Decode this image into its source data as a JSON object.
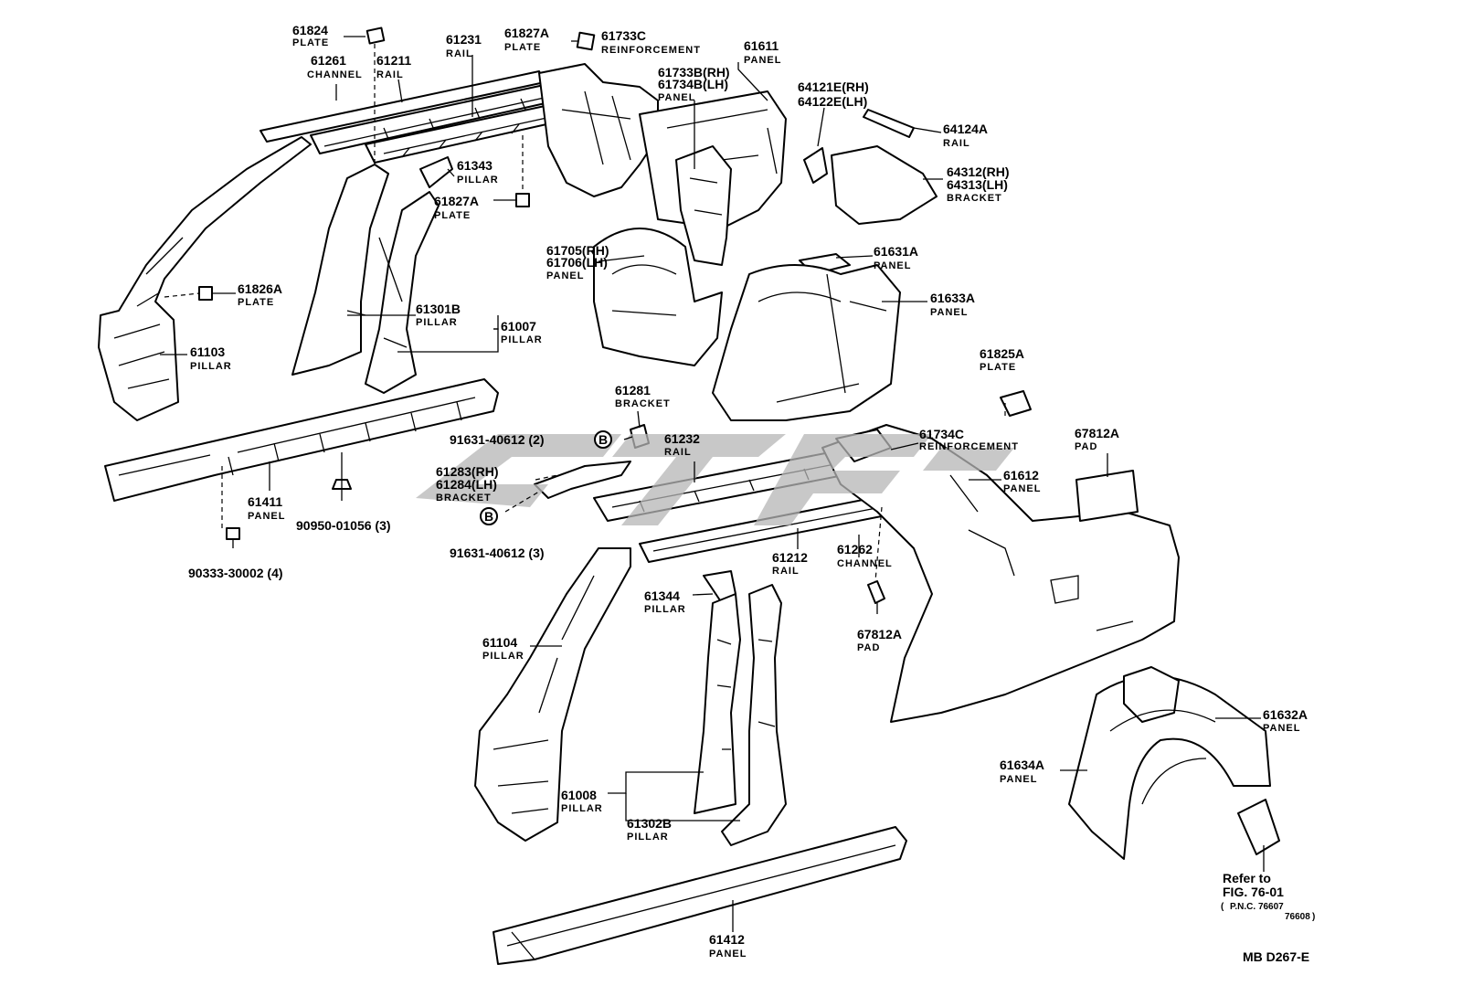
{
  "drawing_code": "MB D267-E",
  "refer_note": {
    "line1": "Refer to",
    "line2": "FIG. 76-01",
    "line3": "P.N.C. 76607",
    "line4": "76608"
  },
  "parts": [
    {
      "number": "61824",
      "name": "PLATE"
    },
    {
      "number": "61261",
      "name": "CHANNEL"
    },
    {
      "number": "61211",
      "name": "RAIL"
    },
    {
      "number": "61231",
      "name": "RAIL"
    },
    {
      "number": "61827A",
      "name": "PLATE"
    },
    {
      "number": "61733C",
      "name": "REINFORCEMENT"
    },
    {
      "number": "61611",
      "name": "PANEL"
    },
    {
      "number": "61733B(RH)",
      "number2": "61734B(LH)",
      "name": "PANEL"
    },
    {
      "number": "64121E(RH)",
      "number2": "64122E(LH)",
      "name": ""
    },
    {
      "number": "64124A",
      "name": "RAIL"
    },
    {
      "number": "64312(RH)",
      "number2": "64313(LH)",
      "name": "BRACKET"
    },
    {
      "number": "61343",
      "name": "PILLAR"
    },
    {
      "number": "61827A",
      "name": "PLATE"
    },
    {
      "number": "61705(RH)",
      "number2": "61706(LH)",
      "name": "PANEL"
    },
    {
      "number": "61631A",
      "name": "PANEL"
    },
    {
      "number": "61633A",
      "name": "PANEL"
    },
    {
      "number": "61826A",
      "name": "PLATE"
    },
    {
      "number": "61301B",
      "name": "PILLAR"
    },
    {
      "number": "61007",
      "name": "PILLAR"
    },
    {
      "number": "61103",
      "name": "PILLAR"
    },
    {
      "number": "61825A",
      "name": "PLATE"
    },
    {
      "number": "61281",
      "name": "BRACKET"
    },
    {
      "number": "91631-40612 (2)",
      "name": ""
    },
    {
      "number": "61232",
      "name": "RAIL"
    },
    {
      "number": "61734C",
      "name": "REINFORCEMENT"
    },
    {
      "number": "67812A",
      "name": "PAD"
    },
    {
      "number": "61283(RH)",
      "number2": "61284(LH)",
      "name": "BRACKET"
    },
    {
      "number": "61612",
      "name": "PANEL"
    },
    {
      "number": "61411",
      "name": "PANEL"
    },
    {
      "number": "90950-01056 (3)",
      "name": ""
    },
    {
      "number": "91631-40612 (3)",
      "name": ""
    },
    {
      "number": "90333-30002 (4)",
      "name": ""
    },
    {
      "number": "61212",
      "name": "RAIL"
    },
    {
      "number": "61262",
      "name": "CHANNEL"
    },
    {
      "number": "61344",
      "name": "PILLAR"
    },
    {
      "number": "67812A",
      "name": "PAD"
    },
    {
      "number": "61104",
      "name": "PILLAR"
    },
    {
      "number": "61632A",
      "name": "PANEL"
    },
    {
      "number": "61634A",
      "name": "PANEL"
    },
    {
      "number": "61008",
      "name": "PILLAR"
    },
    {
      "number": "61302B",
      "name": "PILLAR"
    },
    {
      "number": "61412",
      "name": "PANEL"
    }
  ],
  "bolt_marker": "B",
  "colors": {
    "ink": "#000000",
    "watermark": "#b5b5b5",
    "background": "#ffffff"
  }
}
